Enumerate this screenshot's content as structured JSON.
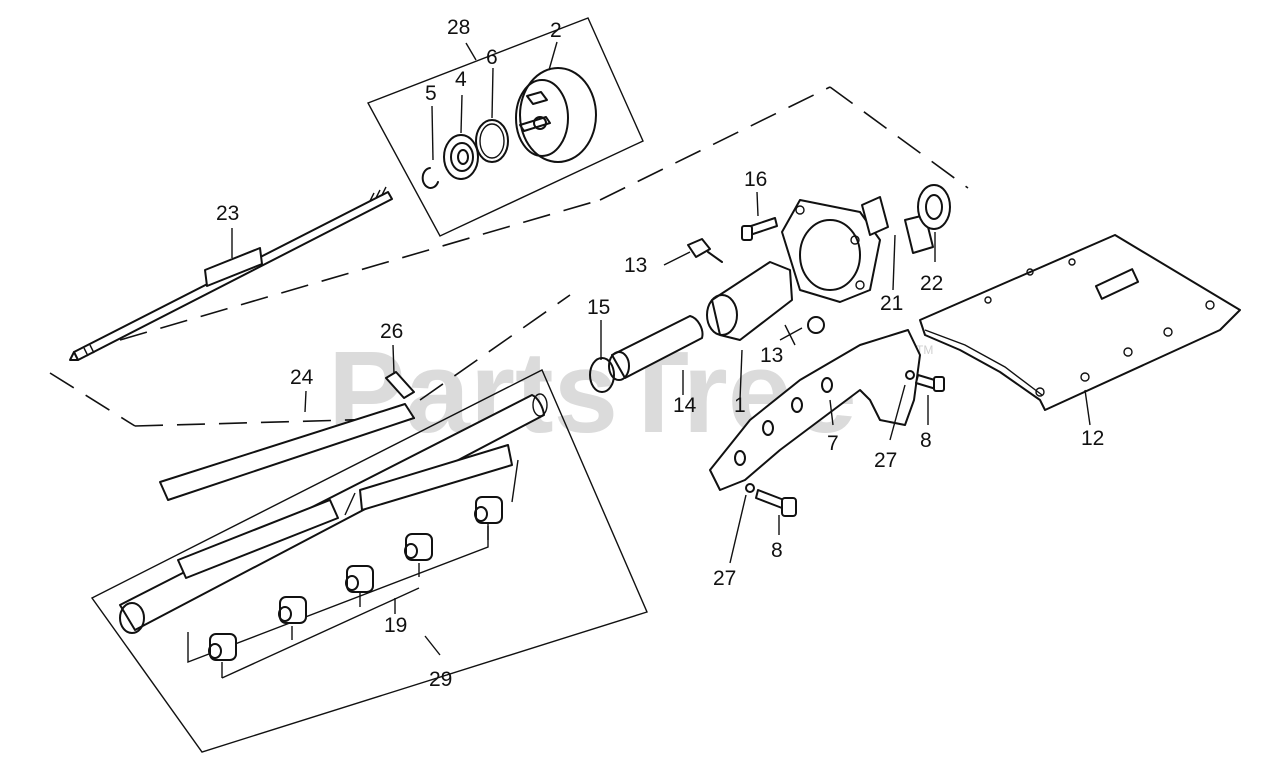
{
  "watermark": {
    "text": "PartsTree",
    "trademark": "TM"
  },
  "labels": {
    "l28": "28",
    "l2": "2",
    "l5": "5",
    "l4": "4",
    "l6": "6",
    "l23": "23",
    "l26": "26",
    "l24": "24",
    "l16": "16",
    "l13a": "13",
    "l13b": "13",
    "l15": "15",
    "l14": "14",
    "l1": "1",
    "l7": "7",
    "l8a": "8",
    "l8b": "8",
    "l27a": "27",
    "l27b": "27",
    "l21": "21",
    "l22": "22",
    "l12": "12",
    "l19": "19",
    "l29": "29"
  }
}
